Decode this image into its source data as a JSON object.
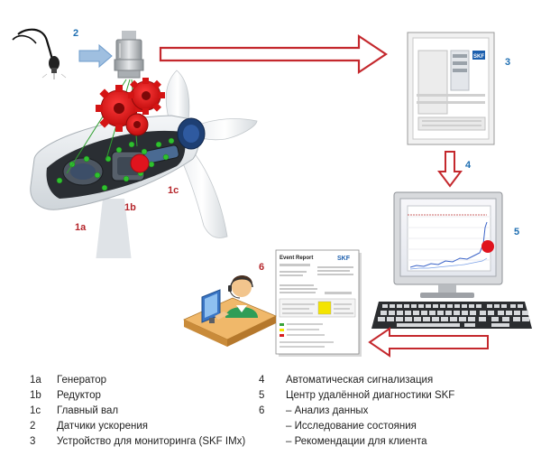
{
  "diagram": {
    "labels": {
      "l1a": "1a",
      "l1b": "1b",
      "l1c": "1c",
      "l2": "2",
      "l3": "3",
      "l4": "4",
      "l5": "5",
      "l6": "6"
    },
    "report": {
      "title": "Event Report",
      "brand": "SKF"
    },
    "cabinet_brand": "SKF"
  },
  "legend": {
    "left": [
      {
        "code": "1a",
        "text": "Генератор"
      },
      {
        "code": "1b",
        "text": "Редуктор"
      },
      {
        "code": "1c",
        "text": "Главный вал"
      },
      {
        "code": "2",
        "text": "Датчики ускорения"
      },
      {
        "code": "3",
        "text": "Устройство для мониторинга (SKF IMx)"
      }
    ],
    "right": [
      {
        "code": "4",
        "text": "Автоматическая сигнализация"
      },
      {
        "code": "5",
        "text": "Центр удалённой диагностики SKF"
      },
      {
        "code": "6",
        "text": "– Анализ данных"
      },
      {
        "code": "",
        "text": "– Исследование состояния"
      },
      {
        "code": "",
        "text": "– Рекомендации для клиента"
      }
    ]
  },
  "colors": {
    "arrow_red": "#c4282d",
    "label_red": "#b5262b",
    "label_blue": "#1f6fb2",
    "arrow_blue": "#9fbfe0",
    "alarm_red": "#e0141e",
    "sensor_green": "#2fc12f"
  }
}
